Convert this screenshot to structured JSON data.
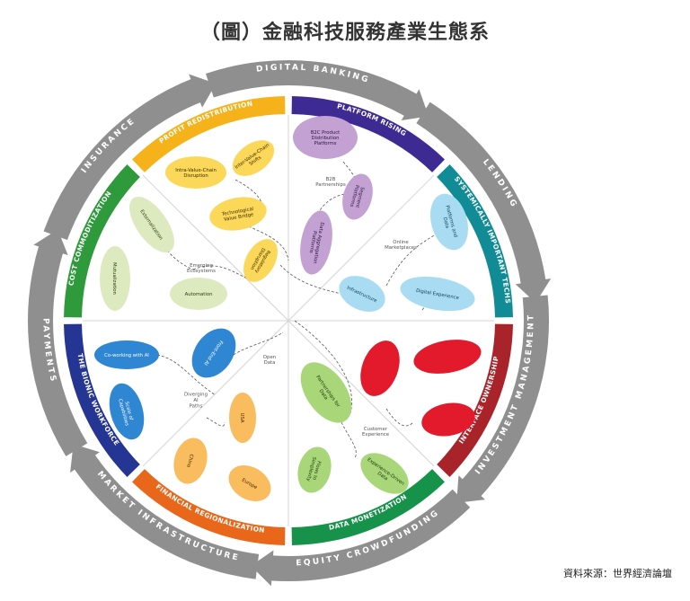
{
  "title": "（圖）金融科技服務產業生態系",
  "source": "資料來源：世界經濟論壇",
  "outer_ring": [
    "DIGITAL BANKING",
    "LENDING",
    "INVESTMENT MANAGEMENT",
    "EQUITY CROWDFUNDING",
    "MARKET INFRASTRUCTURE",
    "PAYMENTS",
    "INSURANCE"
  ],
  "sectors": [
    {
      "key": "profit",
      "label": "PROFIT REDISTRIBUTION",
      "color": "#f6b21b"
    },
    {
      "key": "platform",
      "label": "PLATFORM RISING",
      "color": "#3d2a93"
    },
    {
      "key": "systemic",
      "label": "SYSTEMICALLY IMPORTANT TECHS",
      "color": "#118c96"
    },
    {
      "key": "interface",
      "label": "INTERFACE OWNERSHIP",
      "color": "#a8232a"
    },
    {
      "key": "data",
      "label": "DATA MONETIZATION",
      "color": "#17924a"
    },
    {
      "key": "regional",
      "label": "FINANCIAL REGIONALIZATION",
      "color": "#e9671a"
    },
    {
      "key": "bionic",
      "label": "THE BIONIC WORKFORCE",
      "color": "#253593"
    },
    {
      "key": "commod",
      "label": "COST COMMODITIZATION",
      "color": "#2e9a3c"
    }
  ],
  "bubbles": [
    {
      "label": "Inter-Value-Chain Shifts",
      "group": "profit"
    },
    {
      "label": "Intra-Value-Chain Disruption",
      "group": "profit"
    },
    {
      "label": "Technological Value Bridge",
      "group": "profit"
    },
    {
      "label": "Regulatory Disruption",
      "group": "profit"
    },
    {
      "label": "B2C Product Distribution Platforms",
      "group": "platform"
    },
    {
      "label": "Segment Platforms",
      "group": "platform"
    },
    {
      "label": "Data Aggregation Platforms",
      "group": "platform"
    },
    {
      "label": "Platforms and Data",
      "group": "systemic"
    },
    {
      "label": "Infrastructure",
      "group": "systemic"
    },
    {
      "label": "Digital Experience",
      "group": "systemic"
    },
    {
      "label": "",
      "group": "interface"
    },
    {
      "label": "",
      "group": "interface"
    },
    {
      "label": "",
      "group": "interface"
    },
    {
      "label": "Partnerships for Data",
      "group": "data"
    },
    {
      "label": "Experience-Driven Data",
      "group": "data"
    },
    {
      "label": "Flows to Simplexity",
      "group": "data"
    },
    {
      "label": "USA",
      "group": "regional"
    },
    {
      "label": "China",
      "group": "regional"
    },
    {
      "label": "Europe",
      "group": "regional"
    },
    {
      "label": "Front-End AI",
      "group": "bionic"
    },
    {
      "label": "Co-working with AI",
      "group": "bionic"
    },
    {
      "label": "Scale of Capabilities",
      "group": "bionic"
    },
    {
      "label": "Externalization",
      "group": "commod"
    },
    {
      "label": "Mutualization",
      "group": "commod"
    },
    {
      "label": "Automation",
      "group": "commod"
    }
  ],
  "connector_labels": [
    "B2B Partnerships",
    "Online Marketplaces",
    "Emerging Ecosystems",
    "Open Data",
    "Diverging AI Paths",
    "Customer Experience"
  ],
  "group_styles": {
    "profit": {
      "fill": "#fbd85a",
      "text": "#3a2a00"
    },
    "platform": {
      "fill": "#c3a1d3",
      "text": "#2b1540"
    },
    "systemic": {
      "fill": "#a9dcf2",
      "text": "#0d3a55"
    },
    "interface": {
      "fill": "#e3192c",
      "text": "#ffffff"
    },
    "data": {
      "fill": "#a8d679",
      "text": "#1c3a08"
    },
    "regional": {
      "fill": "#f9bc5f",
      "text": "#4a2600"
    },
    "bionic": {
      "fill": "#2f86d2",
      "text": "#ffffff"
    },
    "commod": {
      "fill": "#dde9bf",
      "text": "#2c3a10"
    }
  }
}
